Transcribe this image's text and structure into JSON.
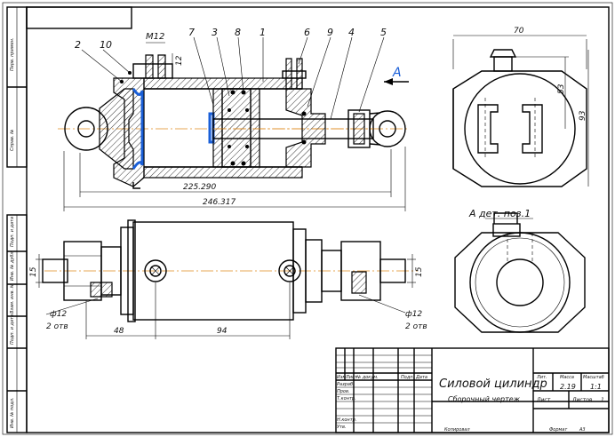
{
  "drawing": {
    "labels": {
      "leaders": [
        "2",
        "10",
        "7",
        "3",
        "8",
        "1",
        "6",
        "9",
        "4",
        "5"
      ],
      "thread": "M12",
      "thread_len": "12",
      "view_arrow": "A",
      "view_title": "A дет. поз.1"
    },
    "dimensions": {
      "len_225": "225.290",
      "len_246": "246.317",
      "width_70": "70",
      "h_53": "53",
      "h_93": "93",
      "left_15": "15",
      "right_15": "15",
      "left_d12": "ф12",
      "left_holes": "2 отв",
      "right_d12": "ф12",
      "right_holes": "2 отв",
      "len_48": "48",
      "len_94": "94"
    },
    "side_stamp": [
      "Перв. примен.",
      "Справ. №",
      "Подп. и дата",
      "Инв. № дубл.",
      "Взам. инв. №",
      "Подп. и дата",
      "Инв. № подл."
    ],
    "title_block": {
      "title": "Силовой цилиндр",
      "subtitle": "Сборочный чертеж",
      "cols": [
        "Изм",
        "Лист",
        "№ докум.",
        "Подп.",
        "Дата"
      ],
      "roles": [
        "Разраб.",
        "Пров.",
        "Т.контр.",
        "Н.контр.",
        "Утв."
      ],
      "lit_label": "Лит.",
      "mass_label": "Масса",
      "scale_label": "Масштаб",
      "mass": "2.19",
      "scale": "1:1",
      "sheet_label": "Лист",
      "sheets_label": "Листов",
      "sheets": "1",
      "copied": "Копировал",
      "format": "Формат",
      "format_val": "A3"
    }
  }
}
